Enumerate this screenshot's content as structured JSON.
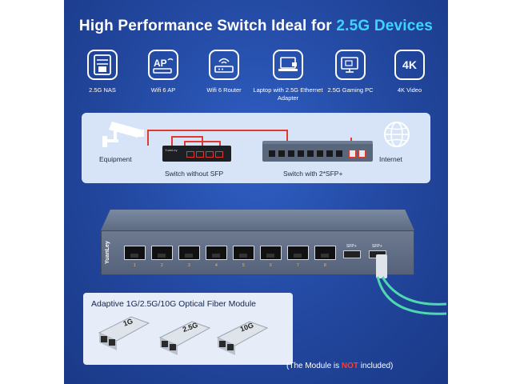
{
  "headline": {
    "prefix": "High Performance Switch Ideal for ",
    "accent": "2.5G Devices",
    "accent_color": "#3fd3ff"
  },
  "devices": [
    {
      "icon": "nas-icon",
      "label": "2.5G NAS"
    },
    {
      "icon": "access-point-icon",
      "label": "Wifi 6 AP"
    },
    {
      "icon": "router-icon",
      "label": "Wifi 6 Router"
    },
    {
      "icon": "laptop-icon",
      "label": "Laptop with 2.5G Ethernet Adapter"
    },
    {
      "icon": "gaming-pc-icon",
      "label": "2.5G Gaming PC"
    },
    {
      "icon": "4k-video-icon",
      "label": "4K Video",
      "badge": "4K"
    }
  ],
  "diagram": {
    "equipment_label": "Equipment",
    "switch_small_label": "Switch without SFP",
    "switch_big_label": "Switch with 2*SFP+",
    "internet_label": "Internet",
    "line_color": "#e0392f"
  },
  "hardware": {
    "brand": "YuanLey",
    "port_numbers": [
      "1",
      "2",
      "3",
      "4",
      "5",
      "6",
      "7",
      "8"
    ],
    "sfp_label": "SFP+"
  },
  "modules": {
    "title": "Adaptive 1G/2.5G/10G Optical Fiber Module",
    "items": [
      "1G",
      "2.5G",
      "10G"
    ],
    "note_prefix": "(The Module is ",
    "note_highlight": "NOT",
    "note_suffix": " included)"
  }
}
